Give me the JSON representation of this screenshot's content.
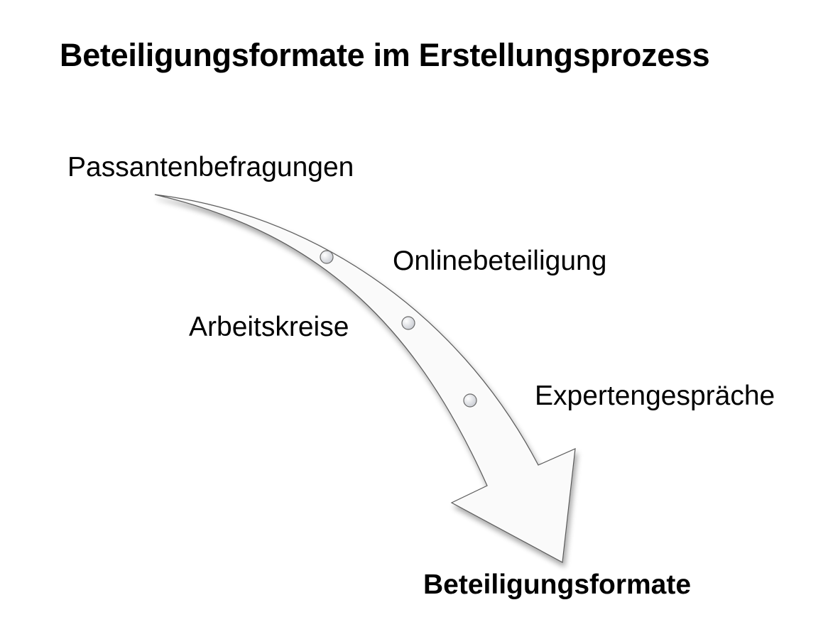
{
  "title": "Beteiligungsformate im Erstellungsprozess",
  "steps": [
    {
      "label": "Passantenbefragungen"
    },
    {
      "label": "Onlinebeteiligung"
    },
    {
      "label": "Arbeitskreise"
    },
    {
      "label": "Expertengespräche"
    }
  ],
  "result": {
    "label": "Beteiligungsformate"
  },
  "colors": {
    "arrow_fill": "#fafafa",
    "arrow_stroke": "#5a5a5a",
    "marker_fill": "#e4e6ea",
    "text": "#000000"
  }
}
